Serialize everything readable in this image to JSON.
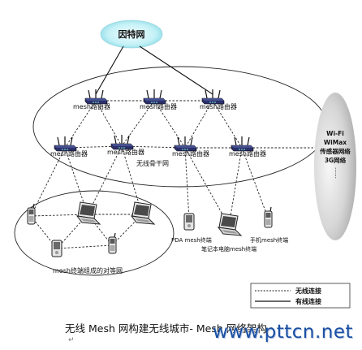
{
  "diagram": {
    "internet_label": "因特网",
    "router_label": "mesh路由器",
    "backbone_label": "无线骨干网",
    "external_labels": [
      "Wi-Fi",
      "WiMax",
      "传感器网络",
      "3G网络",
      "……"
    ],
    "peer_network_label": "mesh终端组成的对等网",
    "pda_label": "PDA mesh终端",
    "laptop_label": "笔记本电脑mesh终端",
    "phone_label": "手机mesh终端",
    "legend": {
      "wireless": "无线连接",
      "wired": "有线连接"
    }
  },
  "caption": {
    "text": "无线 Mesh 网构建无线城市- Mesh 网络架构",
    "return_mark": "↵",
    "second_mark": "↵"
  },
  "watermark": "www.pttcn.net"
}
